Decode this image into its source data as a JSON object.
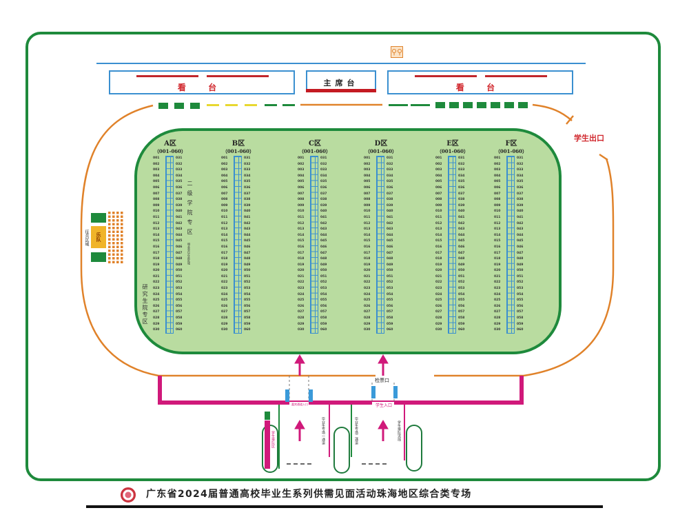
{
  "title": "广东省2024届普通高校毕业生系列供需见面活动珠海地区综合类专场",
  "stands": {
    "left_label": "看 台",
    "main_label": "主席台",
    "right_label": "看 台"
  },
  "restroom_icon": "restroom-icon",
  "student_exit": "学生出口",
  "checkin": "检票口",
  "entrances": {
    "vip": "嘉宾通道入口",
    "student": "学生入口"
  },
  "side_area": {
    "band_label": "乐队",
    "area_label": "征兵区域"
  },
  "zones": [
    {
      "name": "A区",
      "range": "（001-060）"
    },
    {
      "name": "B区",
      "range": "（001-060）"
    },
    {
      "name": "C区",
      "range": "（001-060）"
    },
    {
      "name": "D区",
      "range": "（001-060）"
    },
    {
      "name": "E区",
      "range": "（001-060）"
    },
    {
      "name": "F区",
      "range": "（001-060）"
    }
  ],
  "special_areas": {
    "secondary_college": "二级学院专区",
    "graduate_college": "研究生院专区",
    "note": "相关单位在此区域"
  },
  "queue_labels": {
    "q1": "学生排队区",
    "q2": "毕业生专场一通道",
    "q3": "毕业生专场二通道",
    "q4": "学生排队流线"
  },
  "colors": {
    "frame_green": "#1e8a3c",
    "field_green": "#b9dca0",
    "track_orange": "#e0822a",
    "entrance_magenta": "#d0197a",
    "stand_blue": "#3a8fd0",
    "text_red": "#d0252b"
  }
}
